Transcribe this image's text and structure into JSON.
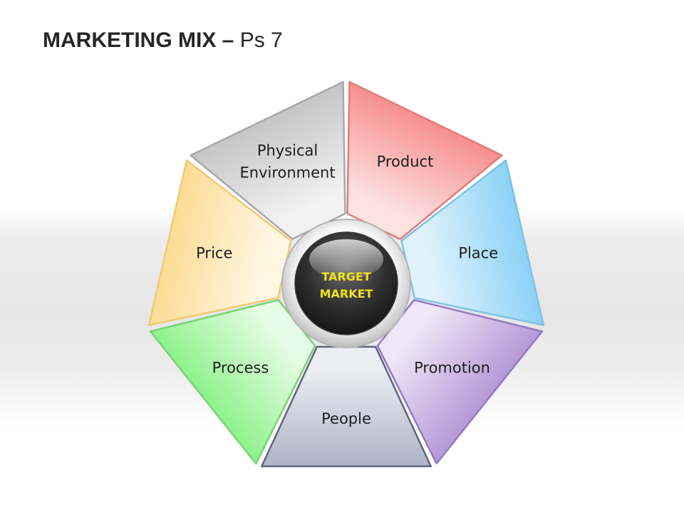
{
  "title": {
    "main": "MARKETING MIX –",
    "suffix": "Ps 7"
  },
  "hub": {
    "lines": [
      "TARGET",
      "MARKET"
    ],
    "text_color": "#f2e21a"
  },
  "segments": [
    {
      "id": "product",
      "lines": [
        "Product"
      ],
      "color": "#f47f7f",
      "light": "#fde2e2",
      "stroke": "#e47b7b"
    },
    {
      "id": "place",
      "lines": [
        "Place"
      ],
      "color": "#7ccbf5",
      "light": "#e0f3fd",
      "stroke": "#7fc2e6"
    },
    {
      "id": "promotion",
      "lines": [
        "Promotion"
      ],
      "color": "#a98bd0",
      "light": "#efe6f7",
      "stroke": "#9579c4"
    },
    {
      "id": "people",
      "lines": [
        "People"
      ],
      "color": "#a3a9be",
      "light": "#eceef3",
      "stroke": "#5f667e"
    },
    {
      "id": "process",
      "lines": [
        "Process"
      ],
      "color": "#7ef07a",
      "light": "#e7fce6",
      "stroke": "#78d474"
    },
    {
      "id": "price",
      "lines": [
        "Price"
      ],
      "color": "#fcd785",
      "light": "#fff6e2",
      "stroke": "#f2c872"
    },
    {
      "id": "physical-environment",
      "lines": [
        "Physical",
        "Environment"
      ],
      "color": "#bdbdbd",
      "light": "#f2f2f2",
      "stroke": "#a8a8a8"
    }
  ]
}
